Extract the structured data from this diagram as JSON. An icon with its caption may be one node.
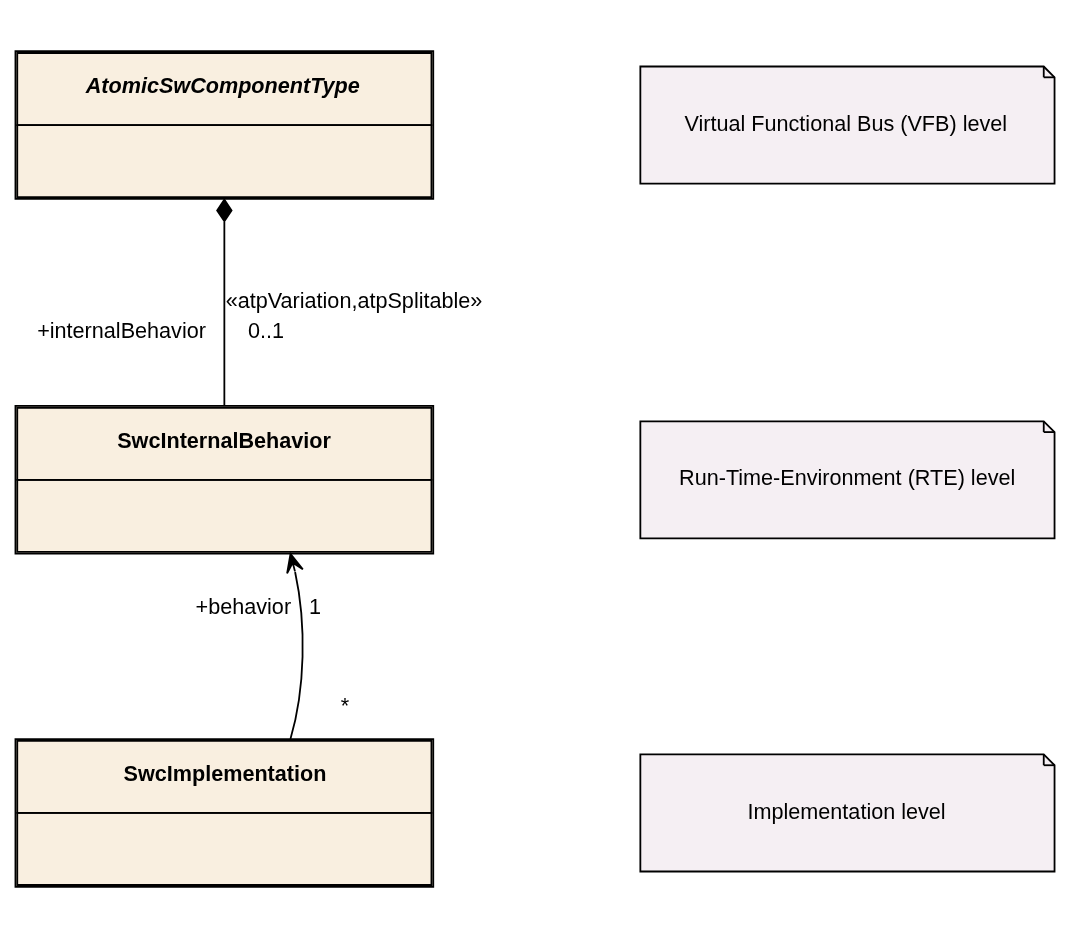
{
  "diagram": {
    "nodes": [
      {
        "text": [
          "AtomicSwComponentType"
        ]
      },
      {
        "text": [
          "SwcInternalBehavior"
        ]
      },
      {
        "text": [
          "SwcImplementation"
        ]
      },
      {
        "text": [
          "Virtual Functional Bus (VFB) level"
        ]
      },
      {
        "text": [
          "Run-Time-Environment (RTE) level"
        ]
      },
      {
        "text": [
          "Implementation level"
        ]
      }
    ],
    "edges": [
      {
        "from": 0,
        "to": 1,
        "arrow": "other",
        "label": "«atpVariation,atpSplitable»"
      },
      {
        "from": 2,
        "to": 1,
        "arrow": "to"
      }
    ],
    "labels": [
      "+internalBehavior",
      "0..1",
      "+behavior",
      "1",
      "*"
    ]
  }
}
